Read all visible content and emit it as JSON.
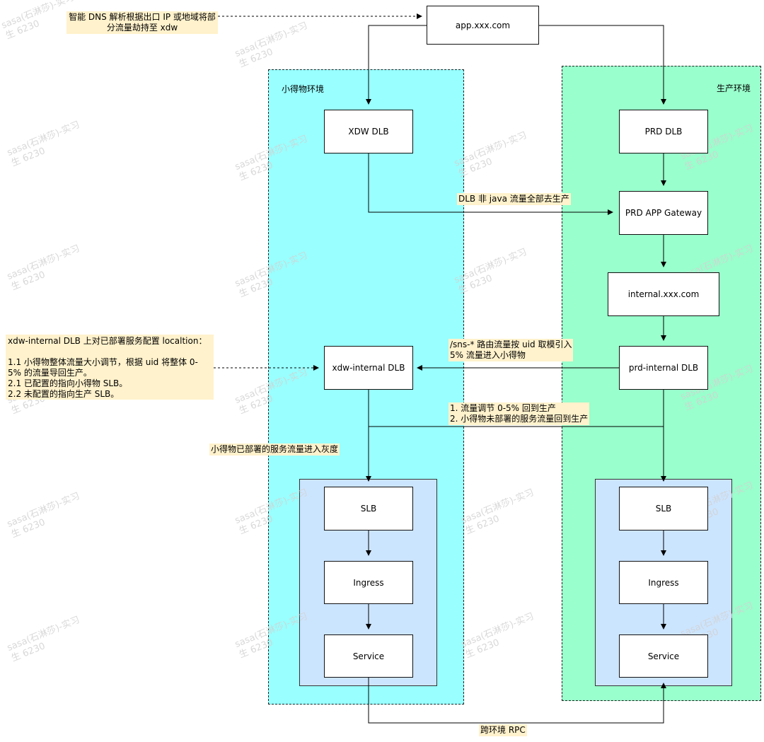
{
  "zones": {
    "xdw": {
      "label": "小得物环境"
    },
    "prd": {
      "label": "生产环境"
    }
  },
  "nodes": {
    "app": "app.xxx.com",
    "xdw_dlb": "XDW DLB",
    "prd_dlb": "PRD DLB",
    "prd_gateway": "PRD APP Gateway",
    "internal": "internal.xxx.com",
    "xdw_internal_dlb": "xdw-internal DLB",
    "prd_internal_dlb": "prd-internal DLB",
    "xdw_slb": "SLB",
    "xdw_ingress": "Ingress",
    "xdw_service": "Service",
    "prd_slb": "SLB",
    "prd_ingress": "Ingress",
    "prd_service": "Service"
  },
  "notes": {
    "dns": [
      "智能 DNS 解析根据出口 IP 或地域将部",
      "分流量劫持至 xdw"
    ],
    "dlb_java": "DLB 非 java 流量全部去生产",
    "sns": [
      "/sns-* 路由流量按 uid 取模引入",
      "5% 流量进入小得物"
    ],
    "back": [
      "1.  流量调节 0-5% 回到生产",
      "2. 小得物未部署的服务流量回到生产"
    ],
    "gray": "小得物已部署的服务流量进入灰度",
    "rpc": "跨环境 RPC",
    "config": {
      "title": "xdw-internal DLB 上对已部署服务配置 localtion：",
      "line1": "1.1 小得物整体流量大小调节，根据 uid 将整体 0-",
      "line2": "5% 的流量导回生产。",
      "line3": "2.1 已配置的指向小得物 SLB。",
      "line4": "2.2 未配置的指向生产 SLB。"
    }
  },
  "watermark": [
    "sasa(石淋莎)-实习",
    "生 6230"
  ],
  "colors": {
    "xdw_zone": "#99ffff",
    "prd_zone": "#99ffcc",
    "cluster": "#cce5ff",
    "note": "#fff2cc"
  }
}
